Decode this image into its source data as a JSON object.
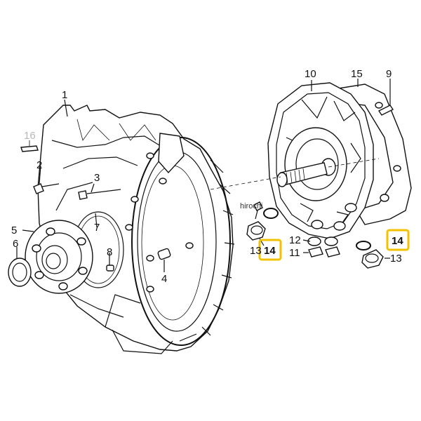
{
  "watermark": "hirochi",
  "highlight_color": "#f2c200",
  "labels": {
    "p1": "1",
    "p2": "2",
    "p3": "3",
    "p4": "4",
    "p5": "5",
    "p6": "6",
    "p7": "7",
    "p8": "8",
    "p9": "9",
    "p10": "10",
    "p11": "11",
    "p12": "12",
    "p13_left": "13",
    "p13_right": "13",
    "p14_left": "14",
    "p14_right": "14",
    "p15": "15",
    "p16": "16"
  }
}
